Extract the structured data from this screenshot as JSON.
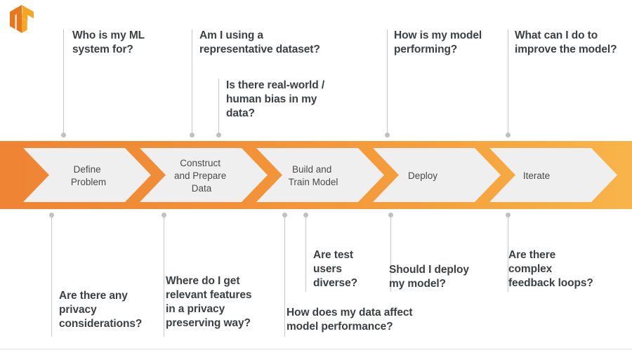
{
  "logo": {
    "name": "tensorflow-logo",
    "color_light": "#F6A623",
    "color_dark": "#E8761A"
  },
  "theme": {
    "band_start": "#EF8434",
    "band_end": "#F8B44A",
    "chevron_fill": "#EFEFEF",
    "chevron_text": "#4A4A4A",
    "question_text": "#3C4043",
    "connector": "#C6C6C6"
  },
  "pipeline": {
    "stages": [
      {
        "label": "Define\nProblem",
        "lines": [
          "Define",
          "Problem"
        ]
      },
      {
        "label": "Construct\nand Prepare\nData",
        "lines": [
          "Construct",
          "and Prepare",
          "Data"
        ]
      },
      {
        "label": "Build and\nTrain Model",
        "lines": [
          "Build and",
          "Train Model"
        ]
      },
      {
        "label": "Deploy",
        "lines": [
          "Deploy"
        ]
      },
      {
        "label": "Iterate",
        "lines": [
          "Iterate"
        ]
      }
    ]
  },
  "questions_above": [
    {
      "id": "who-is-my-ml-system-for",
      "text": "Who is my ML\nsystem for?"
    },
    {
      "id": "representative-dataset",
      "text": "Am I using a\nrepresentative dataset?"
    },
    {
      "id": "real-world-human-bias",
      "text": "Is there real-world /\nhuman bias in my\ndata?"
    },
    {
      "id": "how-is-my-model-performing",
      "text": "How is my model\nperforming?"
    },
    {
      "id": "improve-the-model",
      "text": "What can I do to\nimprove the model?"
    }
  ],
  "questions_below": [
    {
      "id": "privacy-considerations",
      "text": "Are there any\nprivacy\nconsiderations?"
    },
    {
      "id": "relevant-features-privacy",
      "text": "Where do I get\nrelevant features\nin a privacy\npreserving way?"
    },
    {
      "id": "data-affect-performance",
      "text": "How does my data affect\nmodel performance?"
    },
    {
      "id": "test-users-diverse",
      "text": "Are test\nusers\ndiverse?"
    },
    {
      "id": "should-i-deploy",
      "text": "Should I deploy\nmy model?"
    },
    {
      "id": "complex-feedback-loops",
      "text": "Are there\ncomplex\nfeedback loops?"
    }
  ]
}
